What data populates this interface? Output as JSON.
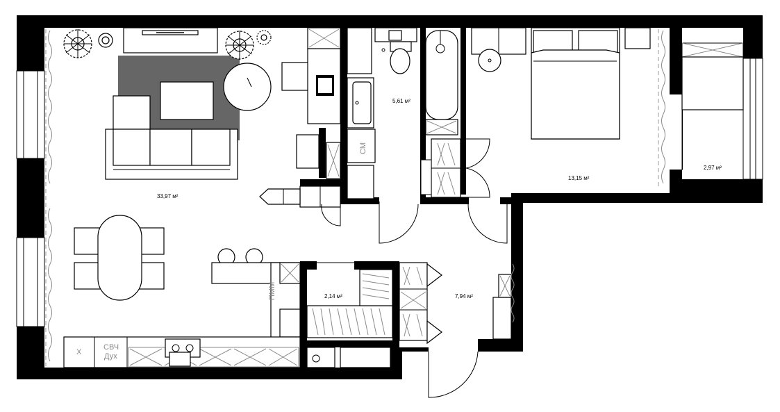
{
  "rooms": [
    {
      "id": "living",
      "area": "33,97 м²"
    },
    {
      "id": "bath",
      "area": "5,61 м²"
    },
    {
      "id": "bedroom",
      "area": "13,15 м²"
    },
    {
      "id": "balcony",
      "area": "2,97 м²"
    },
    {
      "id": "closet",
      "area": "2,14 м²"
    },
    {
      "id": "hall",
      "area": "7,94 м²"
    }
  ],
  "appliances": {
    "fridge": "Х",
    "microwave": "СВЧ",
    "oven": "Дух",
    "washer": "СМ",
    "dishwasher": "ПММ"
  }
}
